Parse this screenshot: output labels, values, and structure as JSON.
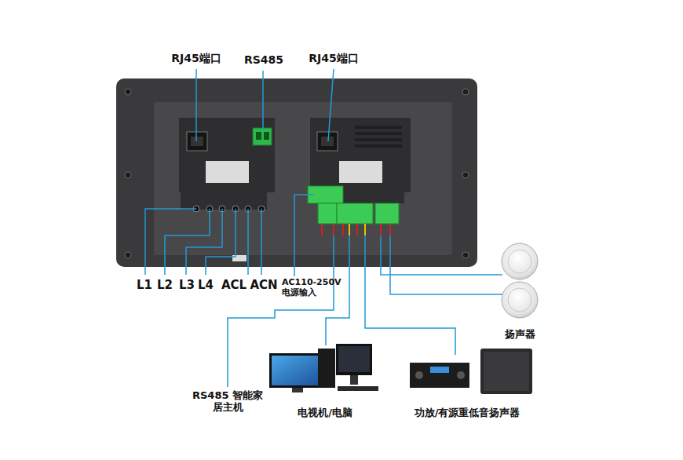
{
  "diagram": {
    "nodes": [
      {
        "text": [
          "扬声器"
        ]
      },
      {
        "text": [
          "电视机/电脑"
        ]
      },
      {
        "text": [
          "功放/有源重低音扬声器"
        ]
      }
    ],
    "labels": [
      "RJ45端口",
      "RS485",
      "RJ45端口",
      "L1",
      "L2",
      "L3",
      "L4",
      "ACL",
      "ACN",
      "AC110-250V 电源输入",
      "RS485 智能家居主机"
    ]
  }
}
